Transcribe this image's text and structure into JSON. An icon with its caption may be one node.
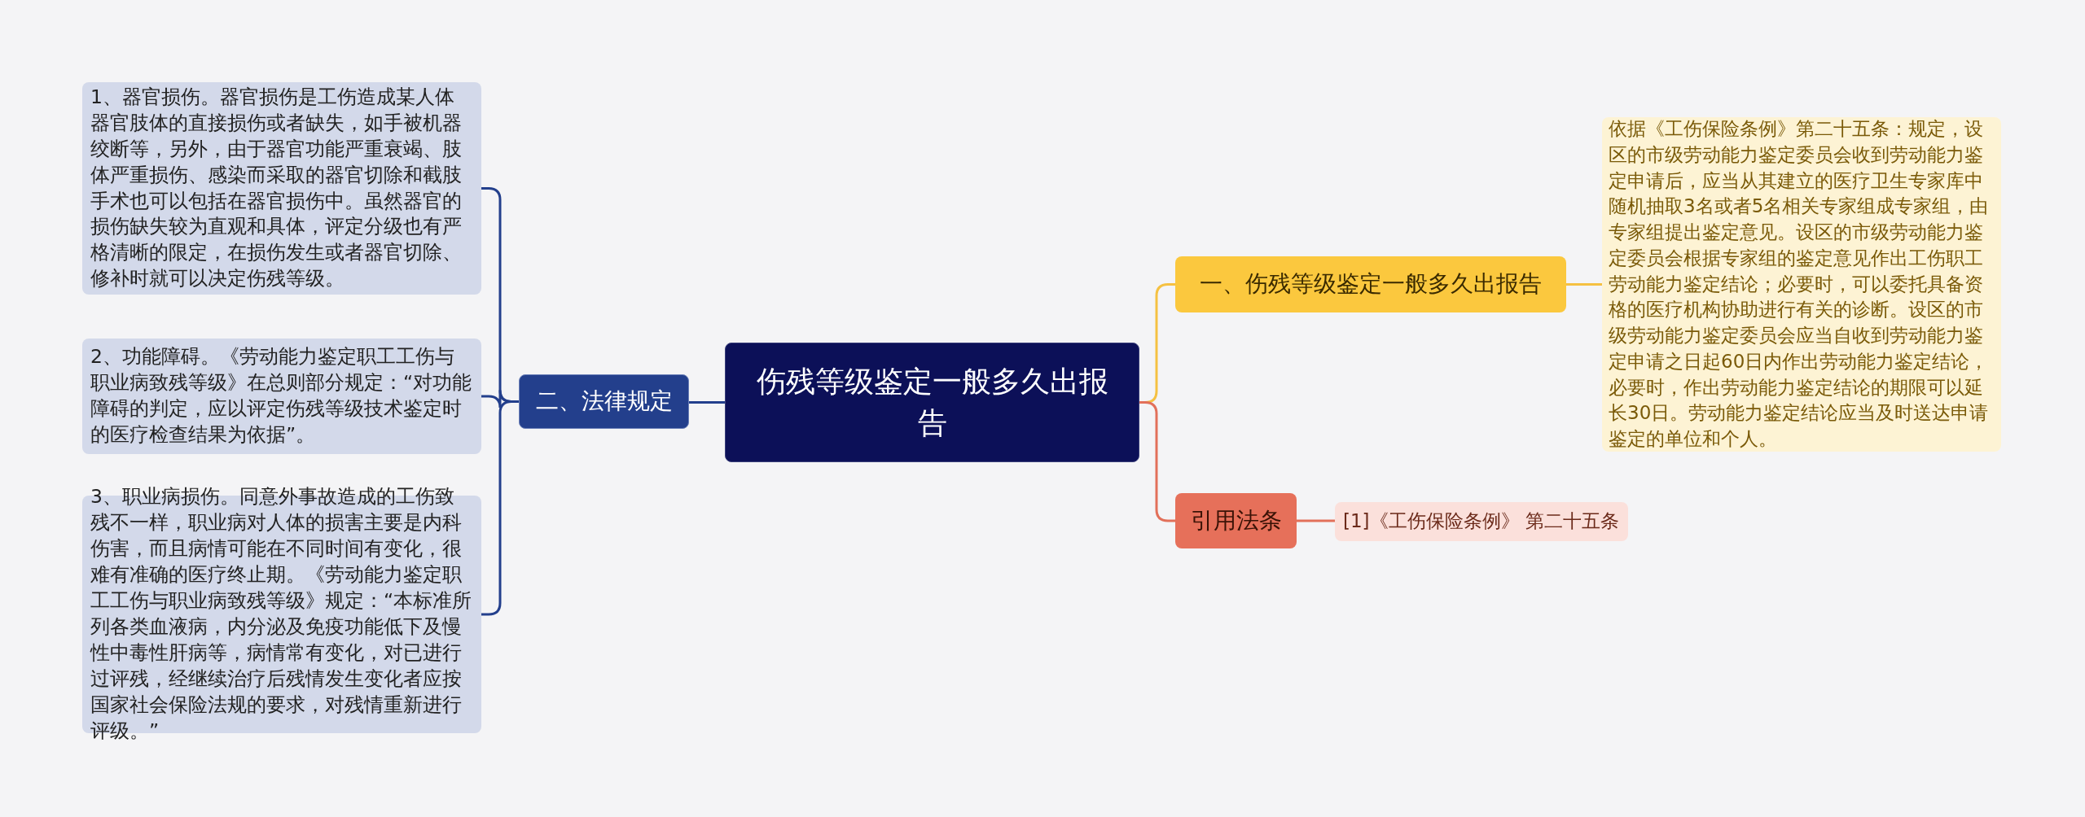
{
  "diagram": {
    "nodes": [
      {
        "text": [
          "伤残等级鉴定一般多久出报告"
        ]
      },
      {
        "text": [
          "二、法律规定"
        ]
      },
      {
        "text": [
          "1、器官损伤。器官损伤是工伤造成某人体器官肢体的直接损伤或者缺失，如手被机器绞断等，另外，由于器官功能严重衰竭、肢体严重损伤、感染而采取的器官切除和截肢手术也可以包括在器官损伤中。虽然器官的损伤缺失较为直观和具体，评定分级也有严格清晰的限定，在损伤发生或者器官切除、修补时就可以决定伤残等级。"
        ]
      },
      {
        "text": [
          "2、功能障碍。《劳动能力鉴定职工工伤与职业病致残等级》在总则部分规定：“对功能障碍的判定，应以评定伤残等级技术鉴定时的医疗检查结果为依据”。"
        ]
      },
      {
        "text": [
          "3、职业病损伤。同意外事故造成的工伤致残不一样，职业病对人体的损害主要是内科伤害，而且病情可能在不同时间有变化，很难有准确的医疗终止期。《劳动能力鉴定职工工伤与职业病致残等级》规定：“本标准所列各类血液病，内分泌及免疫功能低下及慢性中毒性肝病等，病情常有变化，对已进行过评残，经继续治疗后残情发生变化者应按国家社会保险法规的要求，对残情重新进行评级。”"
        ]
      },
      {
        "text": [
          "一、伤残等级鉴定一般多久出报告"
        ]
      },
      {
        "text": [
          "依据《工伤保险条例》第二十五条：规定，设区的市级劳动能力鉴定委员会收到劳动能力鉴定申请后，应当从其建立的医疗卫生专家库中随机抽取3名或者5名相关专家组成专家组，由专家组提出鉴定意见。设区的市级劳动能力鉴定委员会根据专家组的鉴定意见作出工伤职工劳动能力鉴定结论；必要时，可以委托具备资格的医疗机构协助进行有关的诊断。设区的市级劳动能力鉴定委员会应当自收到劳动能力鉴定申请之日起60日内作出劳动能力鉴定结论，必要时，作出劳动能力鉴定结论的期限可以延长30日。劳动能力鉴定结论应当及时送达申请鉴定的单位和个人。"
        ]
      },
      {
        "text": [
          "引用法条"
        ]
      },
      {
        "text": [
          "[1]《工伤保险条例》 第二十五条"
        ]
      }
    ],
    "edges": [
      {
        "from": 0,
        "to": 1,
        "arrow": "none"
      },
      {
        "from": 1,
        "to": 2,
        "arrow": "none"
      },
      {
        "from": 1,
        "to": 3,
        "arrow": "none"
      },
      {
        "from": 1,
        "to": 4,
        "arrow": "none"
      },
      {
        "from": 0,
        "to": 5,
        "arrow": "none",
        "color": "#f5c142"
      },
      {
        "from": 5,
        "to": 6,
        "arrow": "none",
        "color": "#f5c142"
      },
      {
        "from": 0,
        "to": 7,
        "arrow": "none",
        "color": "#e2705a"
      },
      {
        "from": 7,
        "to": 8,
        "arrow": "none",
        "color": "#e2705a"
      }
    ]
  }
}
